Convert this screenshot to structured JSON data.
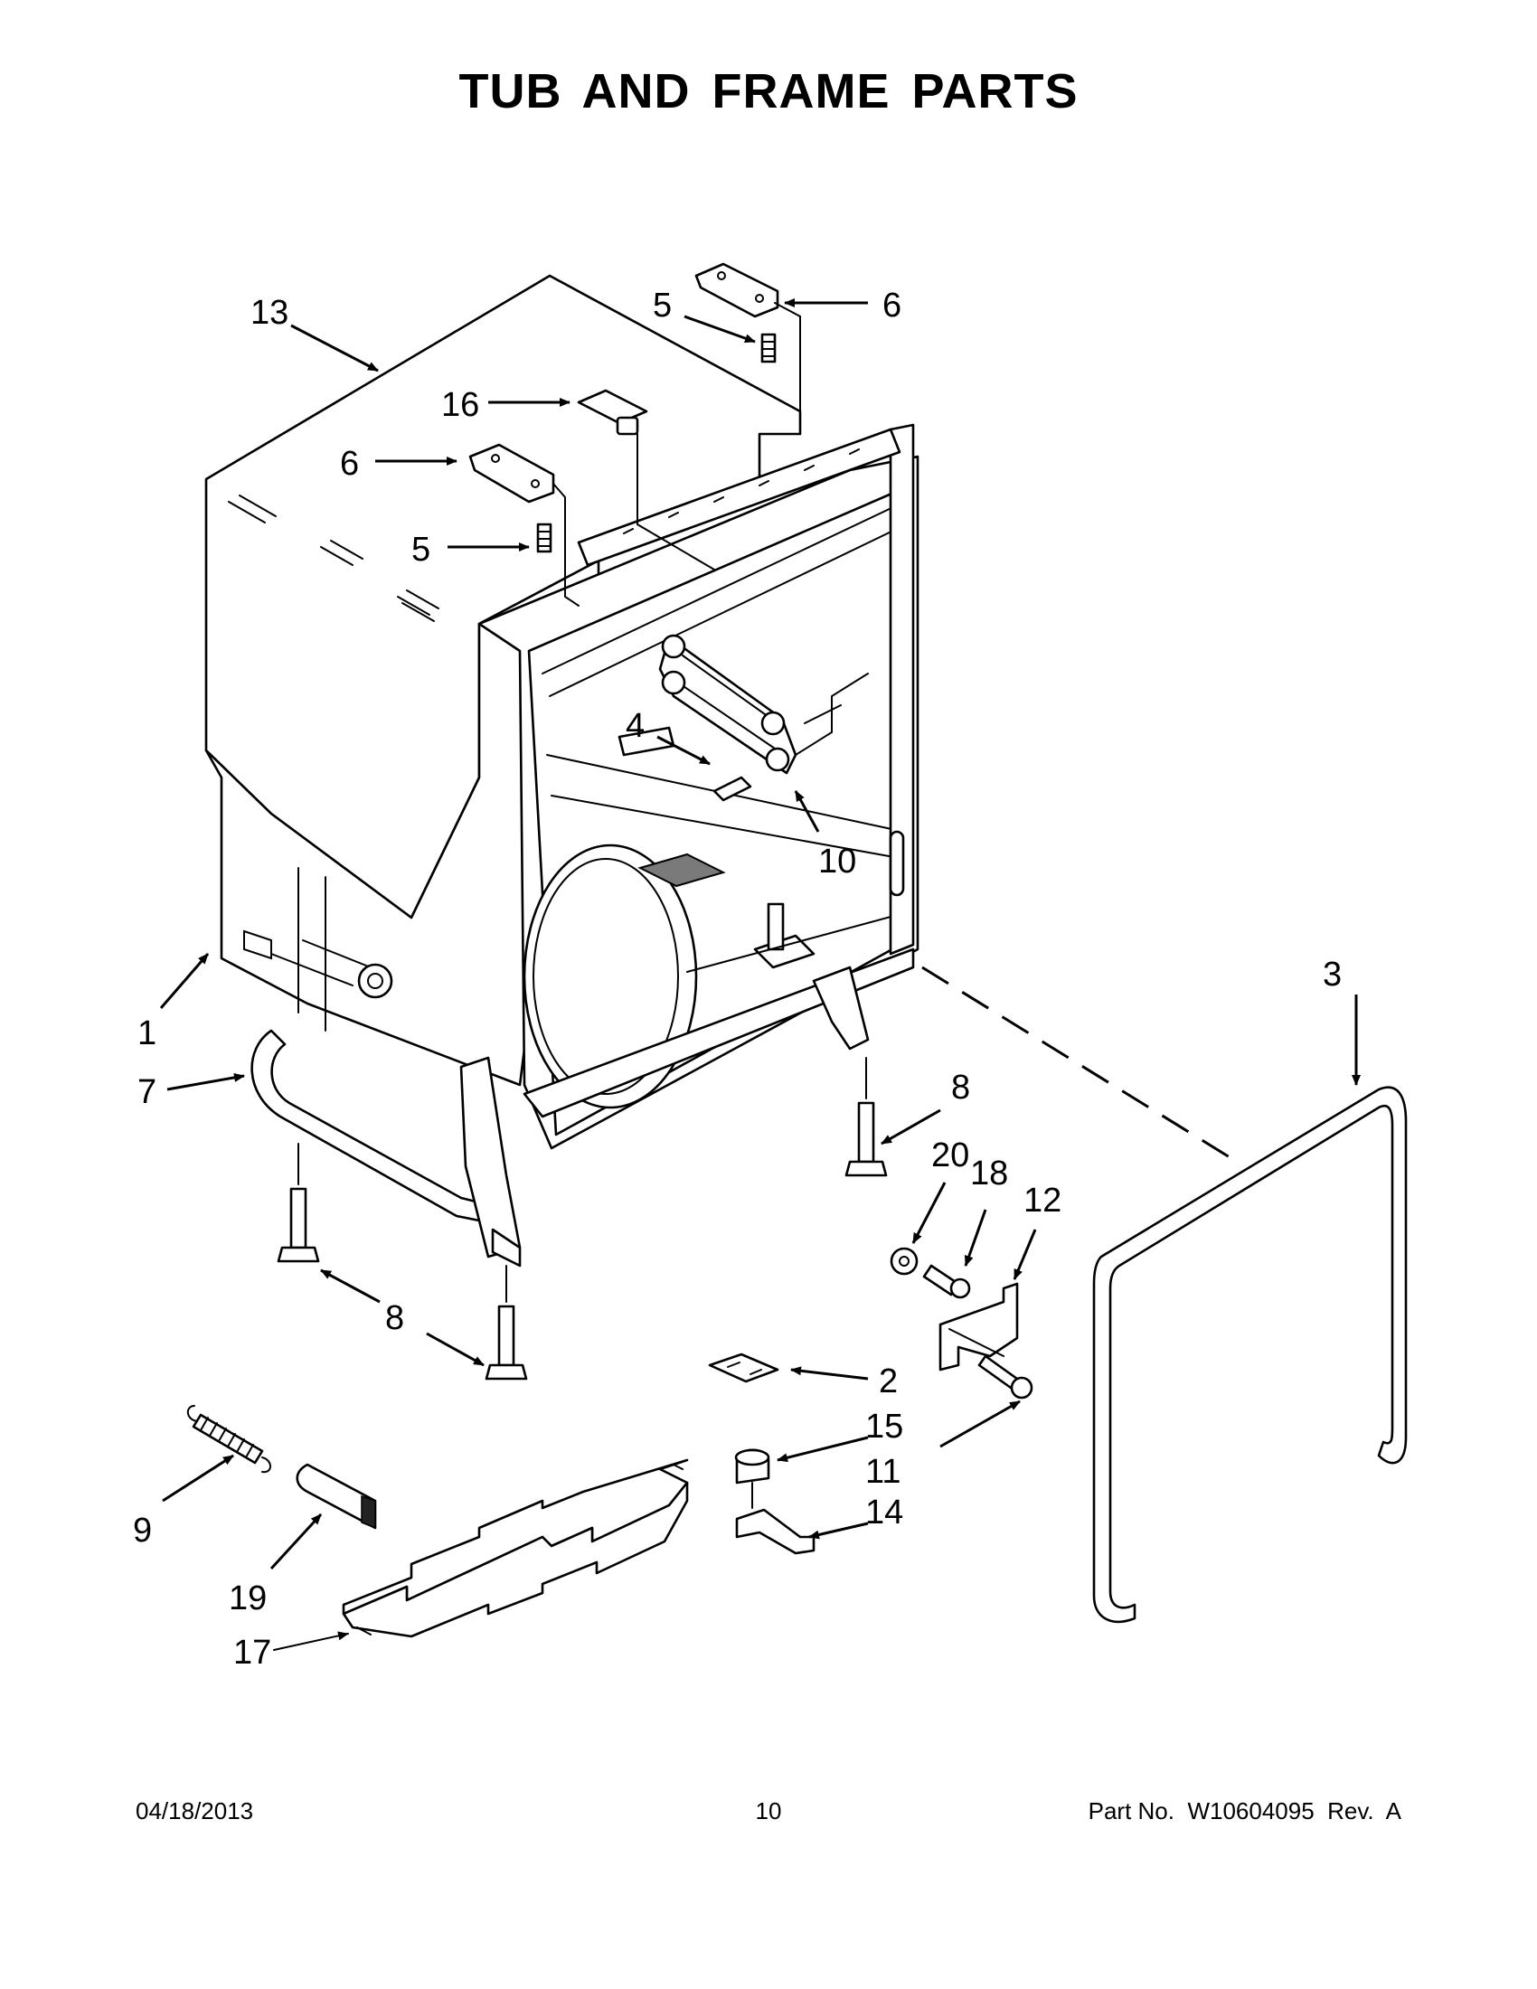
{
  "title": "TUB AND FRAME PARTS",
  "callouts": {
    "c1": "1",
    "c2": "2",
    "c3": "3",
    "c4": "4",
    "c5a": "5",
    "c5b": "5",
    "c6a": "6",
    "c6b": "6",
    "c7": "7",
    "c8a": "8",
    "c8b": "8",
    "c9": "9",
    "c10": "10",
    "c11": "11",
    "c12": "12",
    "c13": "13",
    "c14": "14",
    "c15": "15",
    "c16": "16",
    "c17": "17",
    "c18": "18",
    "c19": "19",
    "c20": "20"
  },
  "footer": {
    "date": "04/18/2013",
    "page": "10",
    "part": "Part No.  W10604095  Rev.  A"
  }
}
